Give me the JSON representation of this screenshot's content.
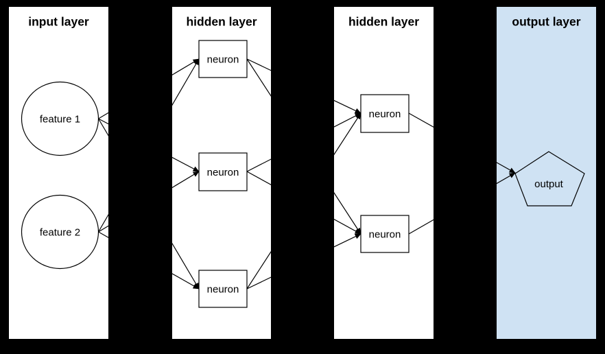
{
  "diagram": {
    "type": "neural-network-layer-diagram",
    "colors": {
      "background": "#000000",
      "panel_bg": "#ffffff",
      "output_panel_bg": "#cfe2f3",
      "node_fill": "#ffffff",
      "output_node_fill": "#cfe2f3",
      "stroke": "#000000"
    },
    "layers": [
      {
        "title": "input layer",
        "bg": "#ffffff",
        "nodes": [
          {
            "id": "feature-1",
            "label": "feature 1",
            "shape": "circle"
          },
          {
            "id": "feature-2",
            "label": "feature 2",
            "shape": "circle"
          }
        ]
      },
      {
        "title": "hidden layer",
        "bg": "#ffffff",
        "nodes": [
          {
            "id": "h1-neuron-1",
            "label": "neuron",
            "shape": "rect"
          },
          {
            "id": "h1-neuron-2",
            "label": "neuron",
            "shape": "rect"
          },
          {
            "id": "h1-neuron-3",
            "label": "neuron",
            "shape": "rect"
          }
        ]
      },
      {
        "title": "hidden layer",
        "bg": "#ffffff",
        "nodes": [
          {
            "id": "h2-neuron-1",
            "label": "neuron",
            "shape": "rect"
          },
          {
            "id": "h2-neuron-2",
            "label": "neuron",
            "shape": "rect"
          }
        ]
      },
      {
        "title": "output layer",
        "bg": "#cfe2f3",
        "nodes": [
          {
            "id": "output",
            "label": "output",
            "shape": "pentagon",
            "fill": "#cfe2f3"
          }
        ]
      }
    ],
    "edges": [
      {
        "from": "feature-1",
        "to": "h1-neuron-1"
      },
      {
        "from": "feature-1",
        "to": "h1-neuron-2"
      },
      {
        "from": "feature-1",
        "to": "h1-neuron-3"
      },
      {
        "from": "feature-2",
        "to": "h1-neuron-1"
      },
      {
        "from": "feature-2",
        "to": "h1-neuron-2"
      },
      {
        "from": "feature-2",
        "to": "h1-neuron-3"
      },
      {
        "from": "h1-neuron-1",
        "to": "h2-neuron-1"
      },
      {
        "from": "h1-neuron-1",
        "to": "h2-neuron-2"
      },
      {
        "from": "h1-neuron-2",
        "to": "h2-neuron-1"
      },
      {
        "from": "h1-neuron-2",
        "to": "h2-neuron-2"
      },
      {
        "from": "h1-neuron-3",
        "to": "h2-neuron-1"
      },
      {
        "from": "h1-neuron-3",
        "to": "h2-neuron-2"
      },
      {
        "from": "h2-neuron-1",
        "to": "output"
      },
      {
        "from": "h2-neuron-2",
        "to": "output"
      }
    ]
  }
}
